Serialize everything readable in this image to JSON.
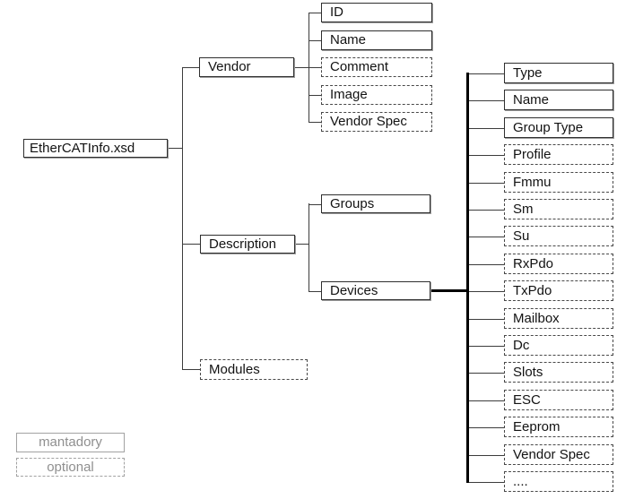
{
  "diagram": {
    "root": {
      "label": "EtherCATInfo.xsd",
      "kind": "mandatory"
    },
    "root_children": [
      {
        "label": "Vendor",
        "kind": "mandatory"
      },
      {
        "label": "Description",
        "kind": "mandatory"
      },
      {
        "label": "Modules",
        "kind": "optional"
      }
    ],
    "vendor_children": [
      {
        "label": "ID",
        "kind": "mandatory"
      },
      {
        "label": "Name",
        "kind": "mandatory"
      },
      {
        "label": "Comment",
        "kind": "optional"
      },
      {
        "label": "Image",
        "kind": "optional"
      },
      {
        "label": "Vendor Spec",
        "kind": "optional"
      }
    ],
    "description_children": [
      {
        "label": "Groups",
        "kind": "mandatory"
      },
      {
        "label": "Devices",
        "kind": "mandatory"
      }
    ],
    "devices_children": [
      {
        "label": "Type",
        "kind": "mandatory"
      },
      {
        "label": "Name",
        "kind": "mandatory"
      },
      {
        "label": "Group Type",
        "kind": "mandatory"
      },
      {
        "label": "Profile",
        "kind": "optional"
      },
      {
        "label": "Fmmu",
        "kind": "optional"
      },
      {
        "label": "Sm",
        "kind": "optional"
      },
      {
        "label": "Su",
        "kind": "optional"
      },
      {
        "label": "RxPdo",
        "kind": "optional"
      },
      {
        "label": "TxPdo",
        "kind": "optional"
      },
      {
        "label": "Mailbox",
        "kind": "optional"
      },
      {
        "label": "Dc",
        "kind": "optional"
      },
      {
        "label": "Slots",
        "kind": "optional"
      },
      {
        "label": "ESC",
        "kind": "optional"
      },
      {
        "label": "Eeprom",
        "kind": "optional"
      },
      {
        "label": "Vendor Spec",
        "kind": "optional"
      },
      {
        "label": "....",
        "kind": "optional"
      }
    ],
    "legend": [
      {
        "label": "mantadory",
        "kind": "mandatory"
      },
      {
        "label": "optional",
        "kind": "optional"
      }
    ]
  }
}
